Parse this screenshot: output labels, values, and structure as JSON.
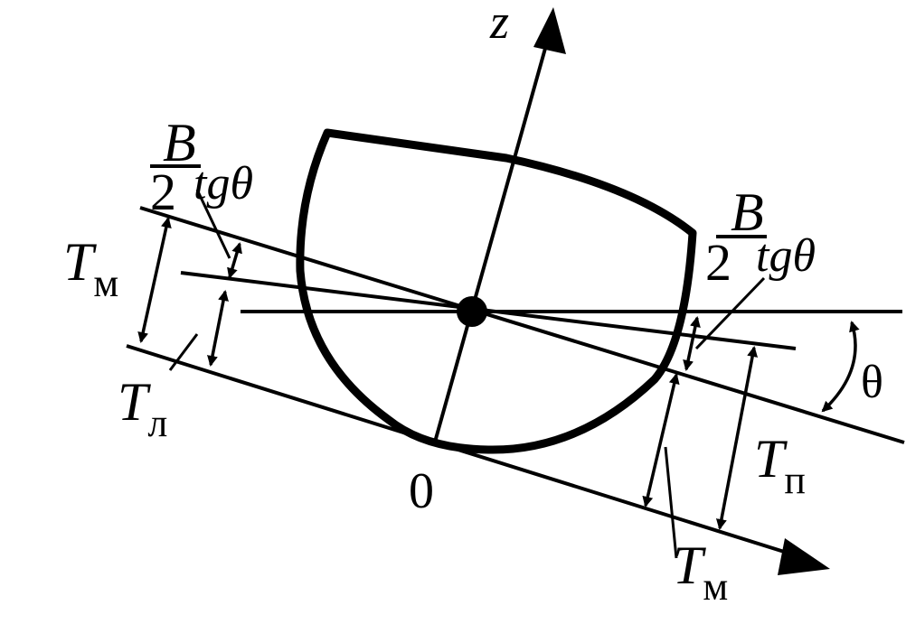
{
  "colors": {
    "ink": "#000000",
    "background": "#ffffff"
  },
  "labels": {
    "z_axis": "z",
    "origin": "0",
    "theta": "θ",
    "tm_left": {
      "main": "T",
      "sub": "м"
    },
    "tl": {
      "main": "T",
      "sub": "л"
    },
    "tp": {
      "main": "T",
      "sub": "п"
    },
    "tm_right": {
      "main": "T",
      "sub": "м"
    },
    "btg_left": {
      "numerator": "B",
      "denominator": "2",
      "rest": "tgθ"
    },
    "btg_right": {
      "numerator": "B",
      "denominator": "2",
      "rest": "tgθ"
    }
  }
}
